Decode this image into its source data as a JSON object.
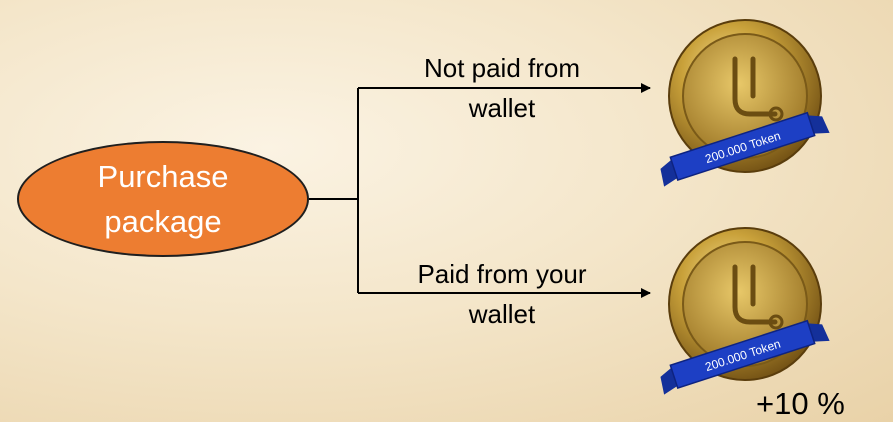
{
  "diagram": {
    "start_node": {
      "line1": "Purchase",
      "line2": "package"
    },
    "branches": [
      {
        "label_line1": "Not paid from",
        "label_line2": "wallet",
        "coin_text": "200.000 Token"
      },
      {
        "label_line1": "Paid from your",
        "label_line2": "wallet",
        "coin_text": "200.000 Token",
        "bonus": "+10 %"
      }
    ]
  },
  "colors": {
    "node_fill": "#ed7d31",
    "coin_gold": "#c9a13a",
    "ribbon_blue": "#1d3fc4"
  }
}
